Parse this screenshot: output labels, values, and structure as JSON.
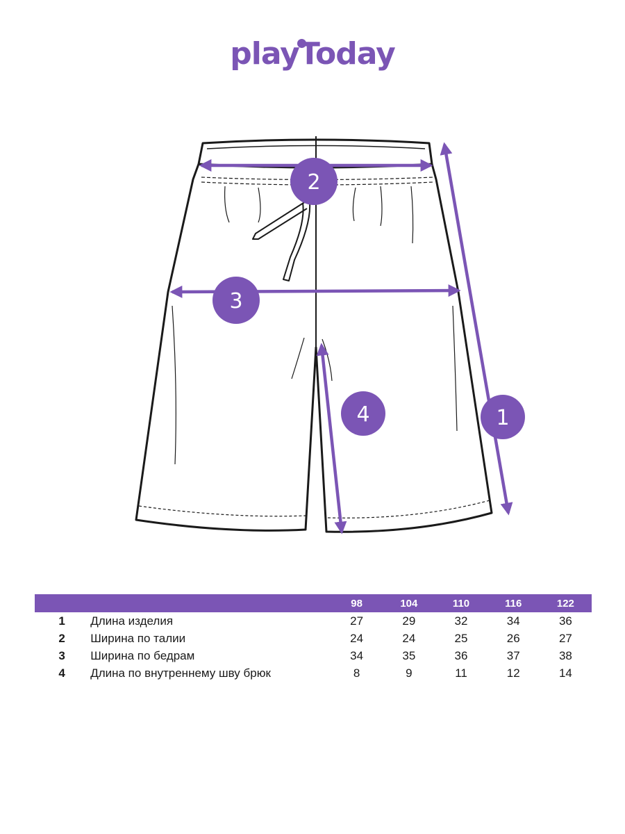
{
  "brand": {
    "logo_text": "playToday"
  },
  "colors": {
    "accent": "#7b55b5",
    "outline": "#1a1a1a"
  },
  "markers": [
    {
      "id": "1",
      "label": "1"
    },
    {
      "id": "2",
      "label": "2"
    },
    {
      "id": "3",
      "label": "3"
    },
    {
      "id": "4",
      "label": "4"
    }
  ],
  "table": {
    "sizes": [
      "98",
      "104",
      "110",
      "116",
      "122"
    ],
    "rows": [
      {
        "num": "1",
        "label": "Длина изделия",
        "values": [
          "27",
          "29",
          "32",
          "34",
          "36"
        ]
      },
      {
        "num": "2",
        "label": "Ширина по талии",
        "values": [
          "24",
          "24",
          "25",
          "26",
          "27"
        ]
      },
      {
        "num": "3",
        "label": "Ширина по бедрам",
        "values": [
          "34",
          "35",
          "36",
          "37",
          "38"
        ]
      },
      {
        "num": "4",
        "label": "Длина по внутреннему шву брюк",
        "values": [
          "8",
          "9",
          "11",
          "12",
          "14"
        ]
      }
    ]
  }
}
